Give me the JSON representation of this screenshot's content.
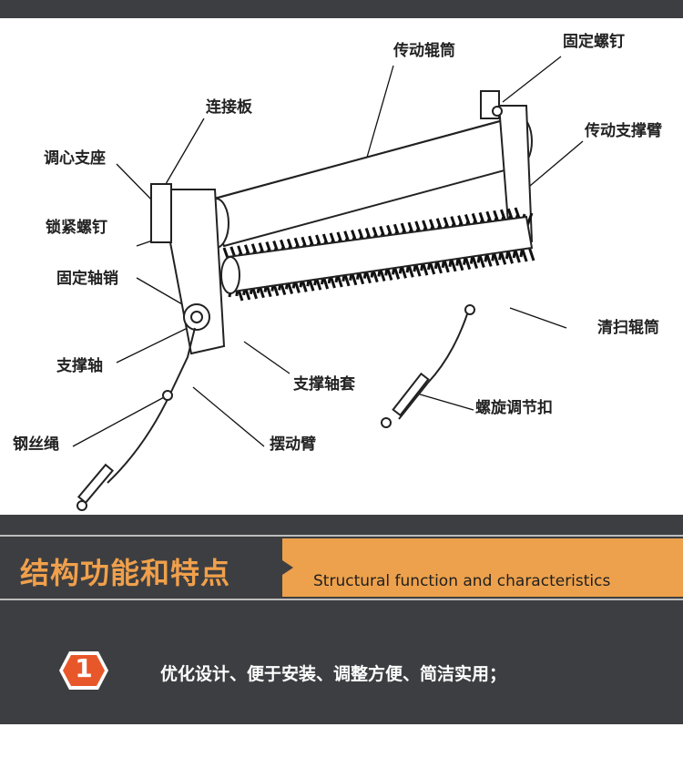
{
  "diagram": {
    "labels": {
      "transmission_roller": "传动辊筒",
      "fixing_screw": "固定螺钉",
      "connecting_plate": "连接板",
      "transmission_support_arm": "传动支撑臂",
      "self_aligning_seat": "调心支座",
      "locking_screw": "锁紧螺钉",
      "fixing_shaft_pin": "固定轴销",
      "cleaning_roller": "清扫辊筒",
      "support_shaft": "支撑轴",
      "support_shaft_sleeve": "支撑轴套",
      "turnbuckle": "螺旋调节扣",
      "steel_wire_rope": "钢丝绳",
      "swing_arm": "摆动臂"
    }
  },
  "section": {
    "title_cn": "结构功能和特点",
    "title_en": "Structural function and characteristics",
    "features": [
      {
        "number": "1",
        "text": "优化设计、便于安装、调整方便、简洁实用；"
      }
    ]
  },
  "colors": {
    "dark": "#3d3e41",
    "accent": "#eda14c",
    "accent_text": "#f0a04b",
    "badge": "#e8572a"
  }
}
